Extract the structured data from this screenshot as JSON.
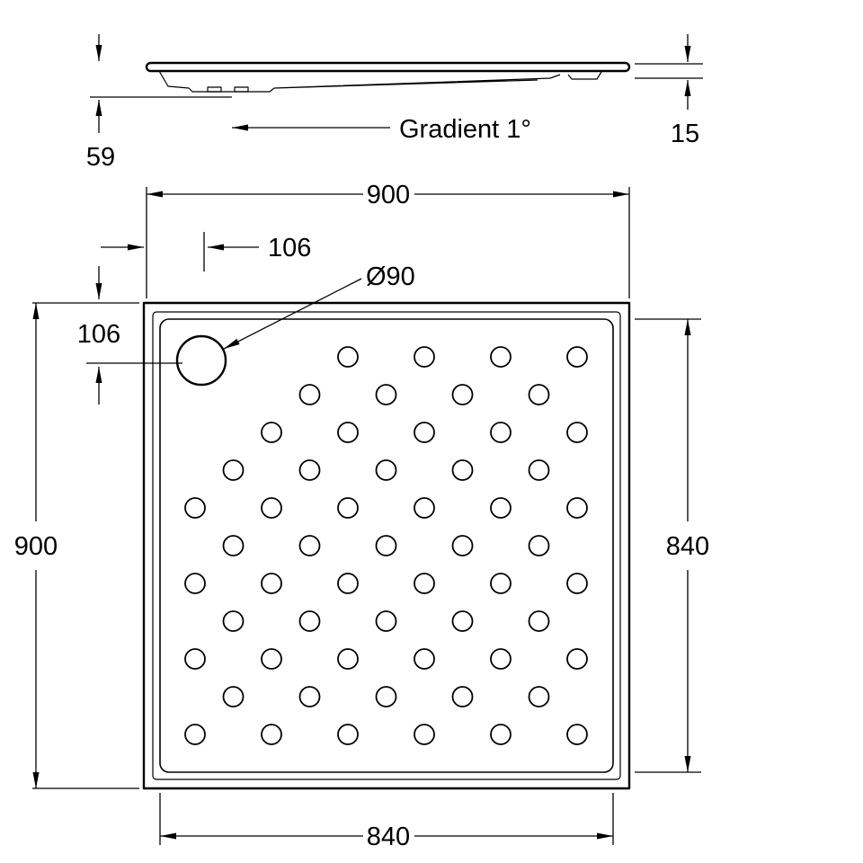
{
  "side_view": {
    "gradient_label": "Gradient 1°",
    "overall_height": "59",
    "rim_height": "15"
  },
  "plan_view": {
    "outer_width": "900",
    "outer_height": "900",
    "inner_width": "840",
    "inner_height": "840",
    "drain_offset_horizontal": "106",
    "drain_offset_vertical": "106",
    "drain_diameter": "Ø90"
  },
  "colors": {
    "line": "#000000",
    "background": "#ffffff"
  }
}
